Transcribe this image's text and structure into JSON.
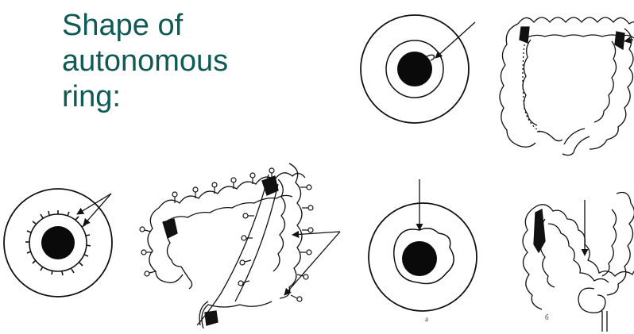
{
  "slide": {
    "title_lines": [
      "Shape of",
      "autonomous",
      "ring:"
    ]
  },
  "figures": {
    "panel_b_caption": "а",
    "panel_c_caption": "б"
  }
}
